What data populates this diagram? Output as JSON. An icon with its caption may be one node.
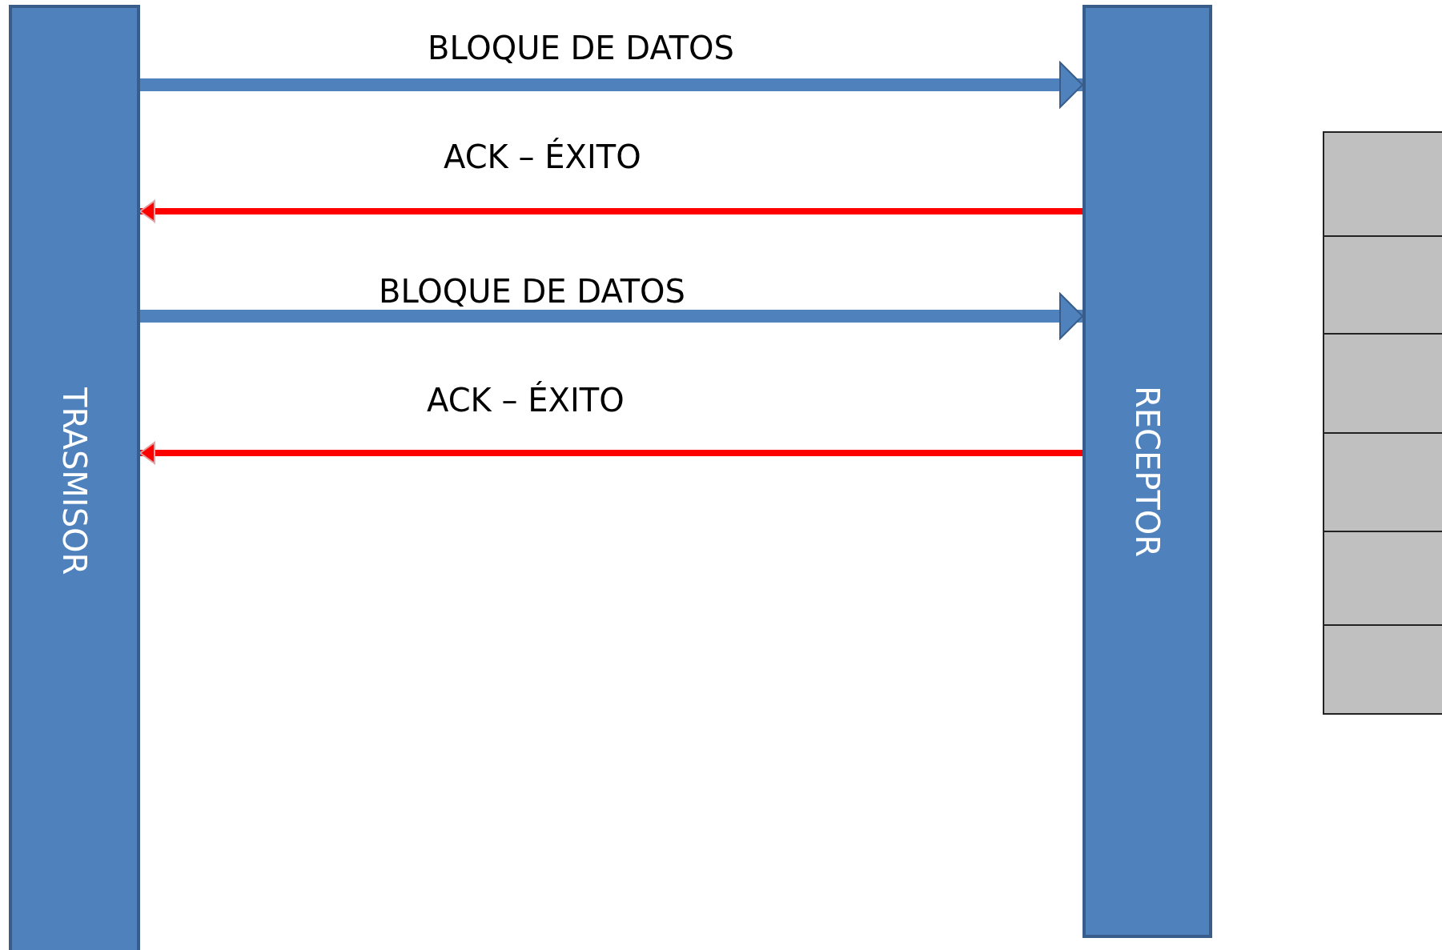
{
  "diagram": {
    "nodes": [
      {
        "text": [
          "TRASMISOR"
        ]
      },
      {
        "text": [
          "RECEPTOR"
        ]
      },
      {
        "text": [],
        "shape": "box"
      },
      {
        "text": [],
        "shape": "box"
      },
      {
        "text": [],
        "shape": "box"
      },
      {
        "text": [],
        "shape": "box"
      },
      {
        "text": [],
        "shape": "box"
      },
      {
        "text": [],
        "shape": "box"
      }
    ],
    "edges": [
      {
        "from": 0,
        "to": 1,
        "arrow": "to",
        "label": "BLOQUE DE DATOS",
        "style": "thick",
        "color": "#4f81bd"
      },
      {
        "from": 1,
        "to": 0,
        "arrow": "to",
        "label": "ACK – ÉXITO",
        "color": "#ff0000"
      },
      {
        "from": 0,
        "to": 1,
        "arrow": "to",
        "label": "BLOQUE DE DATOS",
        "style": "thick",
        "color": "#4f81bd"
      },
      {
        "from": 1,
        "to": 0,
        "arrow": "to",
        "label": "ACK – ÉXITO",
        "color": "#ff0000"
      }
    ]
  }
}
